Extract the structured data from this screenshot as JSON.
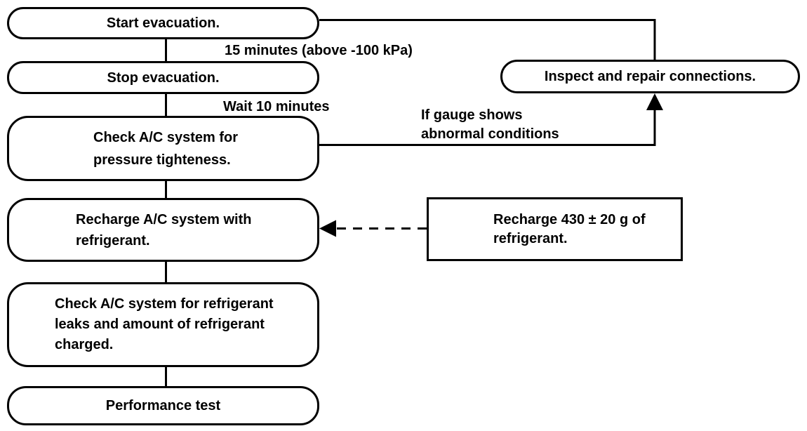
{
  "diagram": {
    "type": "flowchart",
    "colors": {
      "stroke": "#000000",
      "background": "#ffffff",
      "text": "#000000"
    },
    "nodes": {
      "start": "Start evacuation.",
      "stop": "Stop evacuation.",
      "check_pressure": "Check A/C system for\npressure tighteness.",
      "recharge": "Recharge A/C system with\nrefrigerant.",
      "check_leaks": "Check A/C system for refrigerant\nleaks and amount of refrigerant\ncharged.",
      "performance": "Performance test",
      "inspect": "Inspect and repair connections.",
      "recharge_note": "Recharge 430 ± 20 g of\nrefrigerant."
    },
    "labels": {
      "evacuation_time": "15 minutes (above -100 kPa)",
      "wait": "Wait 10 minutes",
      "abnormal": "If gauge shows\nabnormal conditions"
    },
    "edges": [
      {
        "from": "start",
        "to": "stop",
        "label": "15 minutes (above -100 kPa)"
      },
      {
        "from": "stop",
        "to": "check_pressure",
        "label": "Wait 10 minutes"
      },
      {
        "from": "check_pressure",
        "to": "inspect",
        "label": "If gauge shows abnormal conditions",
        "arrow": "into-inspect"
      },
      {
        "from": "inspect",
        "to": "start",
        "label": ""
      },
      {
        "from": "check_pressure",
        "to": "recharge",
        "label": ""
      },
      {
        "from": "recharge_note",
        "to": "recharge",
        "label": "",
        "style": "dashed",
        "arrow": "into-recharge"
      },
      {
        "from": "recharge",
        "to": "check_leaks",
        "label": ""
      },
      {
        "from": "check_leaks",
        "to": "performance",
        "label": ""
      }
    ]
  }
}
